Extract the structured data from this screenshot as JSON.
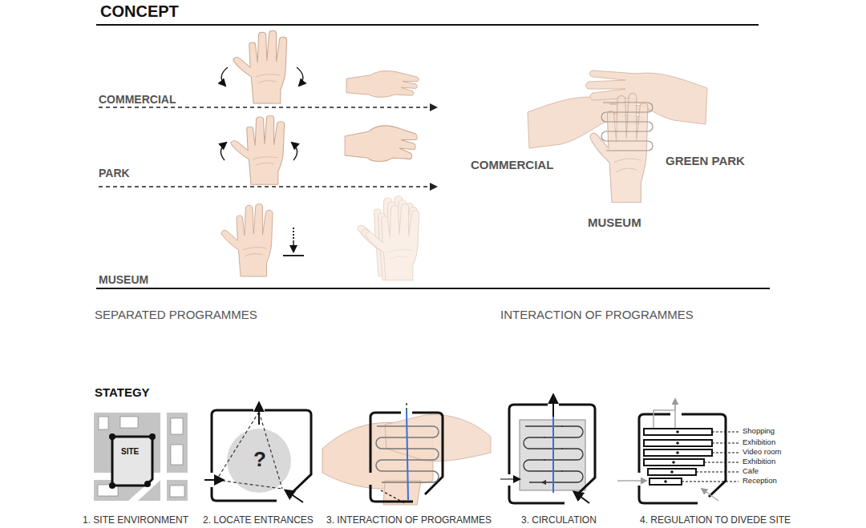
{
  "diagram": {
    "title": "CONCEPT",
    "labels": [
      "COMMERCIAL",
      "PARK",
      "MUSEUM",
      "COMMERCIAL",
      "GREEN PARK",
      "MUSEUM",
      "SEPARATED PROGRAMMES",
      "INTERACTION OF PROGRAMMES",
      "STATEGY",
      "SITE",
      "?",
      "Shopping",
      "Exhibition",
      "Video room",
      "Exhibition",
      "Cafe",
      "Reception",
      "1. SITE ENVIRONMENT",
      "2. LOCATE ENTRANCES",
      "3. INTERACTION OF PROGRAMMES",
      "3. CIRCULATION",
      "4. REGULATION TO DIVEDE SITE"
    ]
  }
}
